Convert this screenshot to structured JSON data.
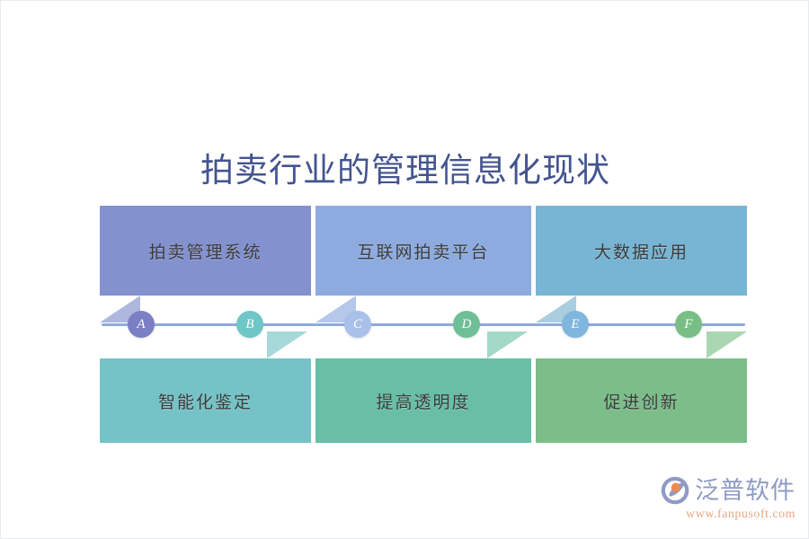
{
  "slide": {
    "title": "拍卖行业的管理信息化现状",
    "title_color": "#44548f",
    "background_color": "#ffffff"
  },
  "timeline": {
    "line_color": "#8faade",
    "nodes": [
      {
        "letter": "A",
        "color": "#7b7fc4"
      },
      {
        "letter": "B",
        "color": "#6fc6c6"
      },
      {
        "letter": "C",
        "color": "#a9c0e8"
      },
      {
        "letter": "D",
        "color": "#6fbf96"
      },
      {
        "letter": "E",
        "color": "#7eb6dd"
      },
      {
        "letter": "F",
        "color": "#79bf85"
      }
    ]
  },
  "top_boxes": [
    {
      "label": "拍卖管理系统",
      "color": "#8391cf",
      "tail_color": "#aeb8de"
    },
    {
      "label": "互联网拍卖平台",
      "color": "#8dabdf",
      "tail_color": "#b5c8e9"
    },
    {
      "label": "大数据应用",
      "color": "#78b5d4",
      "tail_color": "#a9cee0"
    }
  ],
  "bottom_boxes": [
    {
      "label": "智能化鉴定",
      "color": "#76c3c7",
      "tail_color": "#a7d8da"
    },
    {
      "label": "提高透明度",
      "color": "#68bfa5",
      "tail_color": "#a3d8c7"
    },
    {
      "label": "促进创新",
      "color": "#7cbd8a",
      "tail_color": "#aad7b2"
    }
  ],
  "logo": {
    "name": "泛普软件",
    "url": "www.fanpusoft.com",
    "name_color": "#8f9bc4",
    "url_color": "#e8a882",
    "mark_primary_color": "#8f9bc4",
    "mark_accent_color": "#ef8a52"
  }
}
